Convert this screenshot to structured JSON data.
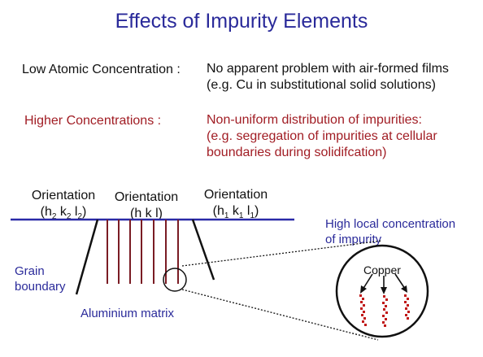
{
  "title": "Effects of Impurity Elements",
  "rows": [
    {
      "label": "Low Atomic Concentration :",
      "lines": [
        "No apparent problem with air-formed films",
        "(e.g. Cu in substitutional solid solutions)"
      ]
    },
    {
      "label": "Higher Concentrations :",
      "lines": [
        "Non-uniform distribution of impurities:",
        "(e.g. segregation of impurities at cellular",
        "boundaries during solidifcation)"
      ]
    }
  ],
  "diagram": {
    "orientations": [
      {
        "word": "Orientation",
        "h": "h",
        "hs": "2",
        "k": "k",
        "ks": "2",
        "l": "l",
        "ls": "2"
      },
      {
        "word": "Orientation",
        "text": "(h k l)"
      },
      {
        "word": "Orientation",
        "h": "h",
        "hs": "1",
        "k": "k",
        "ks": "1",
        "l": "l",
        "ls": "1"
      }
    ],
    "grain_boundary": [
      "Grain",
      "boundary"
    ],
    "matrix_label": "Aluminium matrix",
    "impurity_label": [
      "High local concentration",
      "of impurity"
    ],
    "copper_label": "Copper"
  },
  "colors": {
    "title": "#2a2a9a",
    "red_text": "#a11d24",
    "surface_line": "#2a2aa8",
    "precipitate_lines": "#7a1c24",
    "copper_dots": "#c01818"
  }
}
